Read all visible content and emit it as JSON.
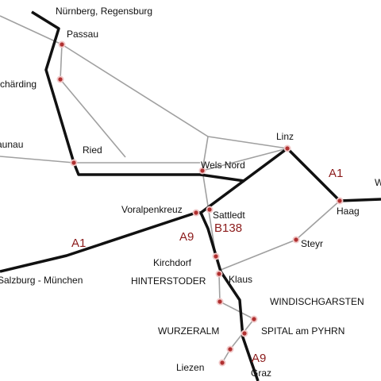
{
  "colors": {
    "motorway": "#111111",
    "rail": "#a0a0a0",
    "station": "#b03030",
    "road_label": "#8b1a1a"
  },
  "places": {
    "nuernberg_regensburg": "Nürnberg, Regensburg",
    "passau": "Passau",
    "schaerding": "Schärding",
    "braunau": "Braunau",
    "ried": "Ried",
    "linz": "Linz",
    "wels_nord": "Wels Nord",
    "wien": "Wien",
    "voralpenkreuz": "Voralpenkreuz",
    "sattledt": "Sattledt",
    "haag": "Haag",
    "steyr": "Steyr",
    "salzburg_muenchen": "Salzburg - München",
    "kirchdorf": "Kirchdorf",
    "hinterstoder": "HINTERSTODER",
    "klaus": "Klaus",
    "windischgarsten": "WINDISCHGARSTEN",
    "wurzeralm": "WURZERALM",
    "spital_am_pyhrn": "SPITAL am PYHRN",
    "liezen": "Liezen",
    "graz": "Graz"
  },
  "roads": {
    "a1_west": "A1",
    "a1_east": "A1",
    "a9_north": "A9",
    "b138": "B138",
    "a9_south": "A9"
  }
}
